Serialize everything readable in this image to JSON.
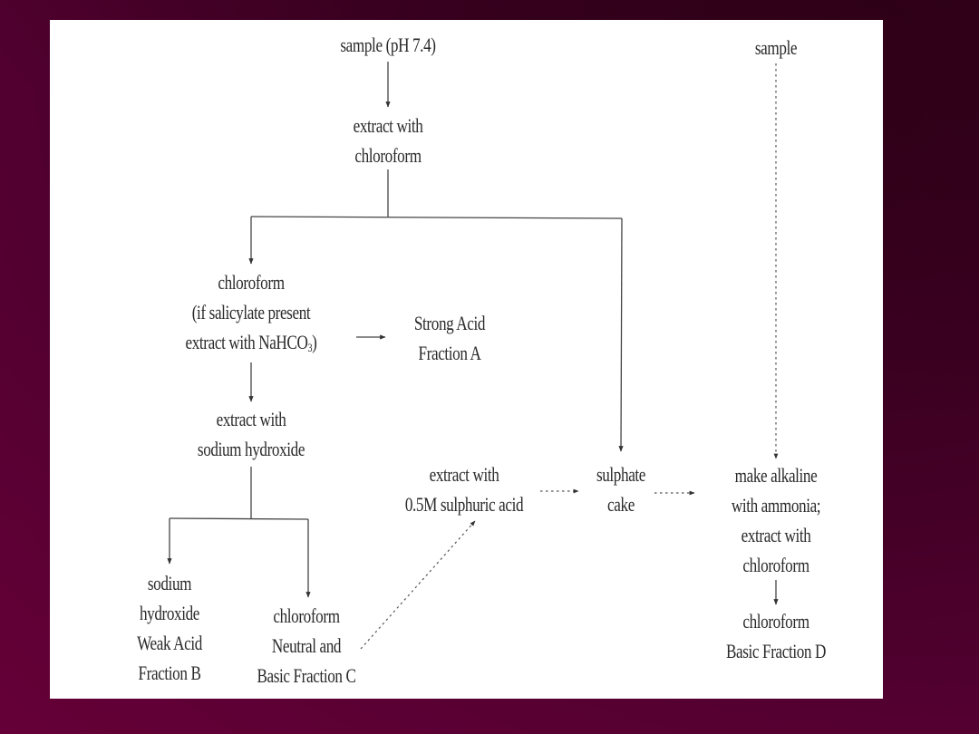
{
  "diagram": {
    "title": "Solvent extraction scheme for sample fractionation",
    "colors": {
      "background_dark": "#3d0022",
      "background_light": "#600035",
      "panel": "#ffffff",
      "text": "#2a2a2a",
      "line": "#333333"
    },
    "nodes": {
      "sample_ph": {
        "lines": [
          "sample (pH 7.4)"
        ]
      },
      "extract_chloroform": {
        "lines": [
          "extract with",
          "chloroform"
        ]
      },
      "chloroform_salicylate": {
        "lines": [
          "chloroform",
          "(if salicylate present",
          "extract with NaHCO"
        ],
        "subscript": "3",
        "suffix": ")"
      },
      "strong_acid": {
        "lines": [
          "Strong Acid",
          "Fraction A"
        ]
      },
      "extract_naoh": {
        "lines": [
          "extract with",
          "sodium hydroxide"
        ]
      },
      "weak_acid": {
        "lines": [
          "sodium",
          "hydroxide",
          "Weak Acid",
          "Fraction B"
        ]
      },
      "neutral_basic": {
        "lines": [
          "chloroform",
          "Neutral and",
          "Basic Fraction C"
        ]
      },
      "extract_sulphuric": {
        "lines": [
          "extract with",
          "0.5M sulphuric acid"
        ]
      },
      "sulphate_cake": {
        "lines": [
          "sulphate",
          "cake"
        ]
      },
      "sample_2": {
        "lines": [
          "sample"
        ]
      },
      "make_alkaline": {
        "lines": [
          "make alkaline",
          "with ammonia;",
          "extract with",
          "chloroform"
        ]
      },
      "basic_fraction_d": {
        "lines": [
          "chloroform",
          "Basic Fraction D"
        ]
      }
    },
    "edges": [
      {
        "from": "sample_ph",
        "to": "extract_chloroform",
        "style": "solid"
      },
      {
        "from": "extract_chloroform",
        "to": "chloroform_salicylate",
        "style": "solid"
      },
      {
        "from": "extract_chloroform",
        "to": "sulphate_cake",
        "style": "solid"
      },
      {
        "from": "chloroform_salicylate",
        "to": "strong_acid",
        "style": "solid"
      },
      {
        "from": "chloroform_salicylate",
        "to": "extract_naoh",
        "style": "solid"
      },
      {
        "from": "extract_naoh",
        "to": "weak_acid",
        "style": "solid"
      },
      {
        "from": "extract_naoh",
        "to": "neutral_basic",
        "style": "solid"
      },
      {
        "from": "neutral_basic",
        "to": "extract_sulphuric",
        "style": "dotted"
      },
      {
        "from": "extract_sulphuric",
        "to": "sulphate_cake",
        "style": "dotted"
      },
      {
        "from": "sulphate_cake",
        "to": "make_alkaline",
        "style": "dotted"
      },
      {
        "from": "sample_2",
        "to": "make_alkaline",
        "style": "dotted"
      },
      {
        "from": "make_alkaline",
        "to": "basic_fraction_d",
        "style": "solid"
      }
    ]
  }
}
